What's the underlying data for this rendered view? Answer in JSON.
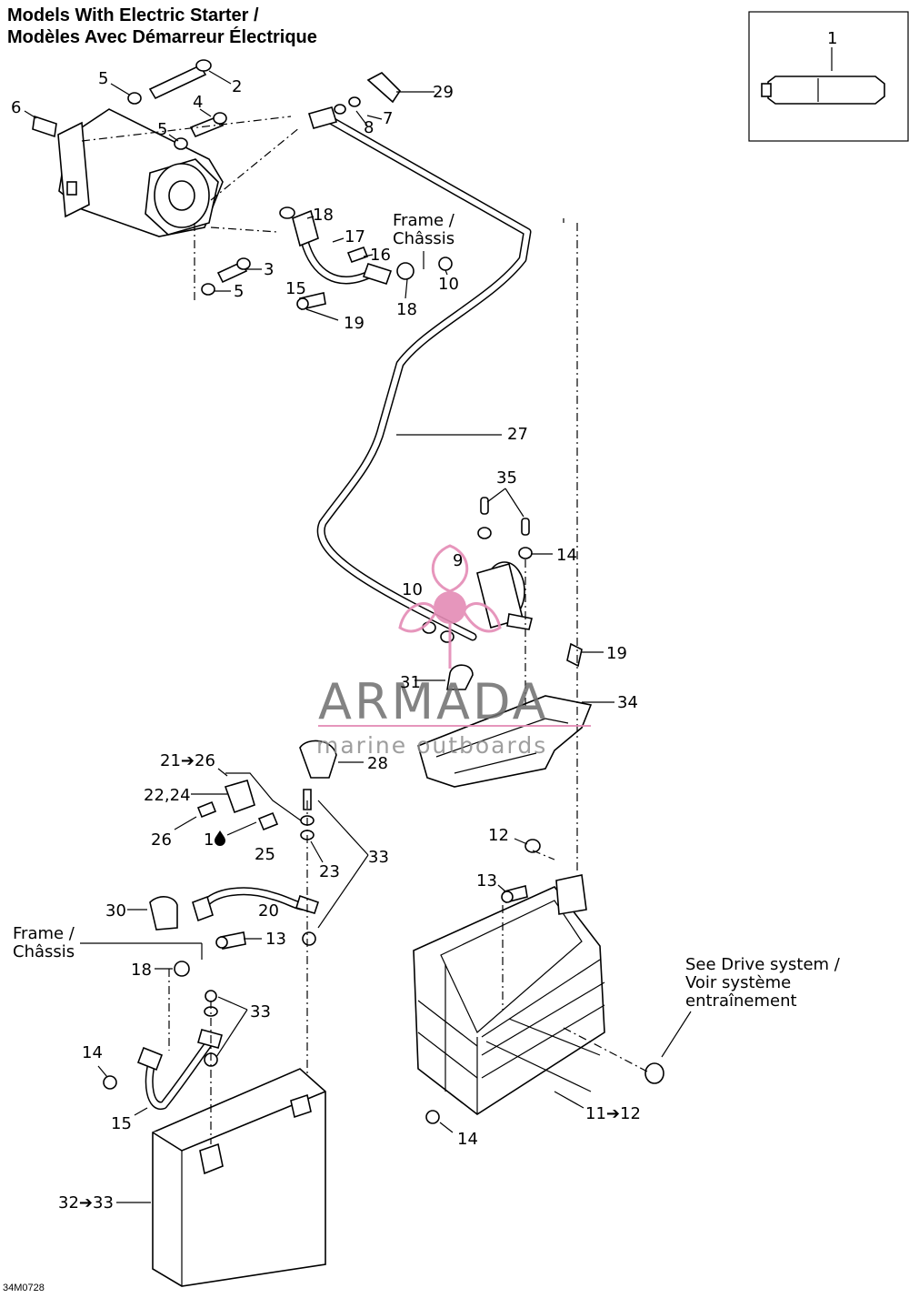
{
  "title_en": "Models With Electric Starter /",
  "title_fr": "Modèles Avec Démarreur Électrique",
  "figure_ref": "34M0728",
  "notes": {
    "frame_top_1": "Frame /",
    "frame_top_2": "Châssis",
    "frame_left_1": "Frame /",
    "frame_left_2": "Châssis",
    "drive_1": "See Drive system /",
    "drive_2": "Voir système",
    "drive_3": "entraînement"
  },
  "watermark": {
    "brand": "ARMADA",
    "tagline": "marine outboards",
    "color": "#e48bb5"
  },
  "callouts": {
    "c1": "1",
    "c2": "2",
    "c3": "3",
    "c4": "4",
    "c5a": "5",
    "c5b": "5",
    "c5c": "5",
    "c6": "6",
    "c7": "7",
    "c8": "8",
    "c9": "9",
    "c10a": "10",
    "c10b": "10",
    "c11": "11➔12",
    "c12": "12",
    "c13a": "13",
    "c13b": "13",
    "c14a": "14",
    "c14b": "14",
    "c14c": "14",
    "c15a": "15",
    "c15b": "15",
    "c16": "16",
    "c17": "17",
    "c18a": "18",
    "c18b": "18",
    "c18c": "18",
    "c19a": "19",
    "c19b": "19",
    "c20": "20",
    "c21": "21➔26",
    "c22": "22,24",
    "c23": "23",
    "c25": "25",
    "c26": "26",
    "c1b": "1",
    "c27": "27",
    "c28": "28",
    "c29": "29",
    "c30": "30",
    "c31": "31",
    "c32": "32➔33",
    "c33a": "33",
    "c33b": "33",
    "c34": "34",
    "c35": "35"
  }
}
